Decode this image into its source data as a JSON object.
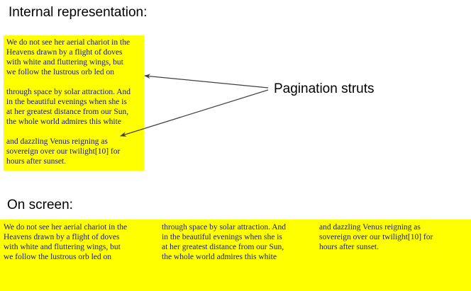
{
  "headings": {
    "internal": "Internal representation:",
    "on_screen": "On screen:"
  },
  "annotation": {
    "label": "Pagination struts"
  },
  "internal": {
    "fragments": [
      "We do not see her aerial chariot in the\nHeavens drawn by a flight of doves\nwith white and fluttering wings, but\nwe follow the lustrous orb led on",
      "through space by solar attraction. And\nin the beautiful evenings when she is\nat her greatest distance from our Sun,\nthe whole world admires this white",
      "and dazzling Venus reigning as\nsovereign over our twilight[10] for\nhours after sunset."
    ]
  },
  "on_screen": {
    "columns": [
      "We do not see her aerial chariot in the\nHeavens drawn by a flight of doves\nwith white and fluttering wings, but\nwe follow the lustrous orb led on",
      "through space by solar attraction. And\nin the beautiful evenings when she is\nat her greatest distance from our Sun,\nthe whole world admires this white",
      "and dazzling Venus reigning as\nsovereign over our twilight[10] for\nhours after sunset."
    ]
  },
  "colors": {
    "highlight": "#ffff00",
    "body_text": "#191970",
    "heading_text": "#000000",
    "arrow": "#404040"
  }
}
